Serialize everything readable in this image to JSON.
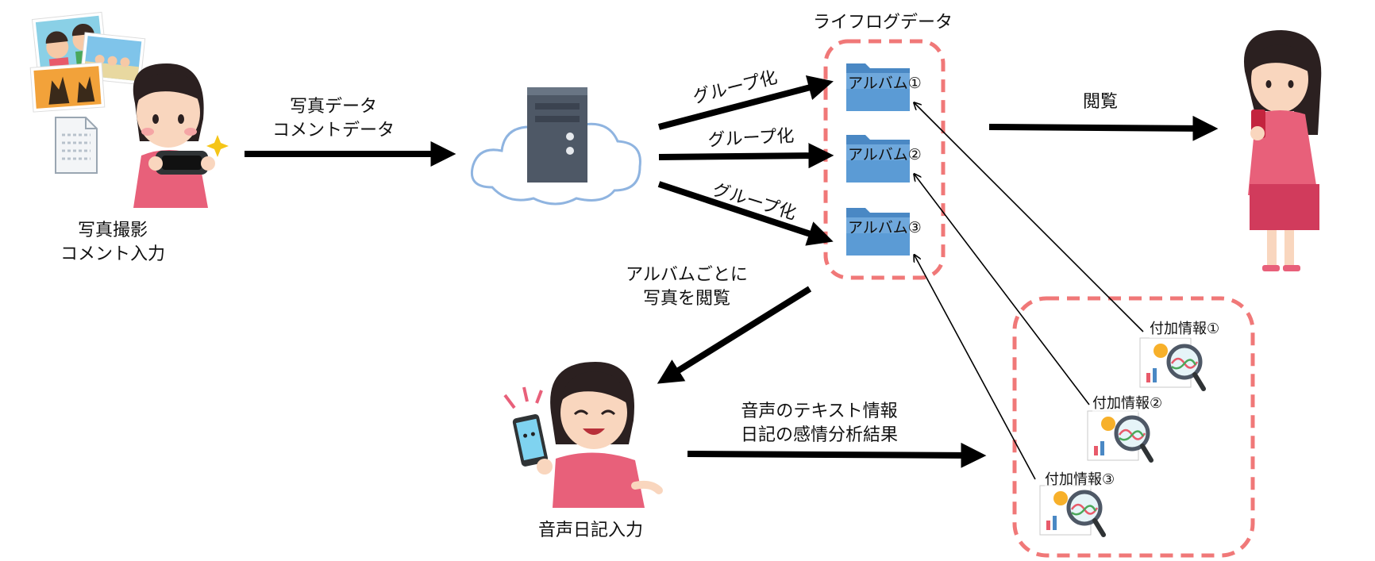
{
  "lifelog_title": "ライフログデータ",
  "left_caption": {
    "line1": "写真撮影",
    "line2": "コメント入力"
  },
  "upload_label": {
    "line1": "写真データ",
    "line2": "コメントデータ"
  },
  "group_labels": [
    "グループ化",
    "グループ化",
    "グループ化"
  ],
  "albums": [
    "アルバム①",
    "アルバム②",
    "アルバム③"
  ],
  "view_label": "閲覧",
  "browse_label": {
    "line1": "アルバムごとに",
    "line2": "写真を閲覧"
  },
  "voice_caption": "音声日記入力",
  "analysis_label": {
    "line1": "音声のテキスト情報",
    "line2": "日記の感情分析結果"
  },
  "info_items": [
    "付加情報①",
    "付加情報②",
    "付加情報③"
  ],
  "colors": {
    "dashed_box": "#f07878",
    "folder": "#5b9bd5",
    "folder_tab": "#4a88c4",
    "shirt": "#e8607a",
    "hair": "#2b2020",
    "cloud": "#8fb4e0"
  }
}
